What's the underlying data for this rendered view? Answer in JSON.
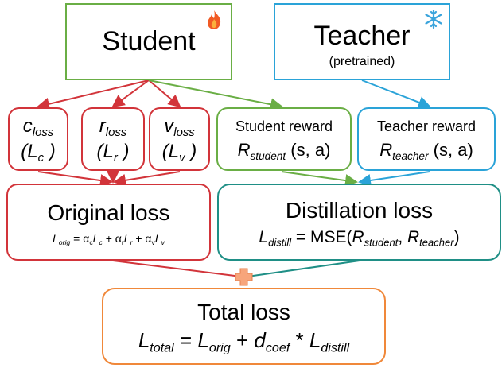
{
  "student": {
    "title": "Student"
  },
  "teacher": {
    "title": "Teacher",
    "subtitle": "(pretrained)"
  },
  "icons": {
    "student": "fire-icon",
    "teacher": "snowflake-icon",
    "combine": "plus-icon"
  },
  "closs": {
    "sym": "c",
    "sub": "loss",
    "L": "L",
    "Lsub": "c"
  },
  "rloss": {
    "sym": "r",
    "sub": "loss",
    "L": "L",
    "Lsub": "r"
  },
  "vloss": {
    "sym": "v",
    "sub": "loss",
    "L": "L",
    "Lsub": "v"
  },
  "student_reward": {
    "label": "Student reward",
    "R": "R",
    "sub": "student",
    "args": " (s, a)"
  },
  "teacher_reward": {
    "label": "Teacher reward",
    "R": "R",
    "sub": "teacher",
    "args": " (s, a)"
  },
  "original_loss": {
    "title": "Original loss",
    "L": "L",
    "Lsub": "orig",
    "eq": " = α",
    "a1": "c",
    "t1": "L",
    "t1sub": "c",
    "plus1": " + α",
    "a2": "r",
    "t2": "L",
    "t2sub": "r",
    "plus2": " + α",
    "a3": "v",
    "t3": "L",
    "t3sub": "v"
  },
  "distill_loss": {
    "title": "Distillation loss",
    "L": "L",
    "Lsub": "distill",
    "eq": " = MSE(",
    "R1": "R",
    "R1sub": "student",
    "comma": ", ",
    "R2": "R",
    "R2sub": "teacher",
    "close": ")"
  },
  "total_loss": {
    "title": "Total loss",
    "L": "L",
    "Lsub": "total",
    "eq": " = ",
    "t1": "L",
    "t1sub": "orig",
    "plus": " + ",
    "d": "d",
    "dsub": "coef",
    "times": " * ",
    "t2": "L",
    "t2sub": "distill"
  },
  "colors": {
    "red": "#d2343a",
    "green": "#6aae45",
    "blue": "#2aa3d8",
    "teal": "#1f8f86",
    "orange": "#f0883a"
  }
}
